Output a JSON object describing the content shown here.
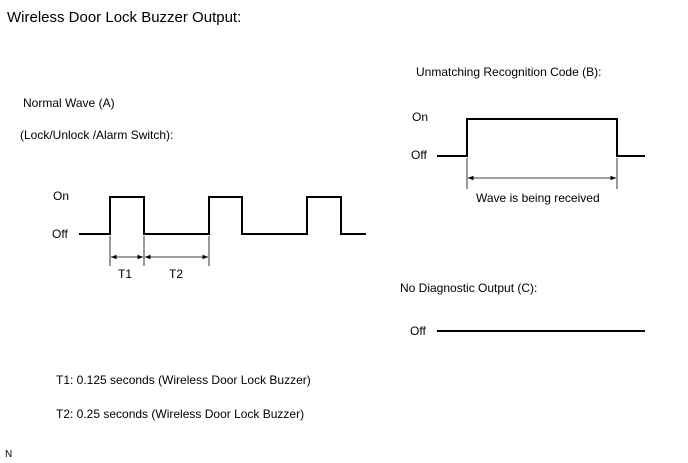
{
  "page": {
    "title": "Wireless Door Lock Buzzer Output:",
    "corner_mark": "N"
  },
  "normal_wave": {
    "heading": "Normal Wave (A)",
    "subheading": "(Lock/Unlock /Alarm Switch):",
    "on_label": "On",
    "off_label": "Off",
    "t1_label": "T1",
    "t2_label": "T2"
  },
  "unmatching_wave": {
    "heading": "Unmatching Recognition Code (B):",
    "on_label": "On",
    "off_label": "Off",
    "annotation": "Wave is being received"
  },
  "no_output": {
    "heading": "No Diagnostic Output (C):",
    "off_label": "Off"
  },
  "notes": {
    "t1": "T1: 0.125 seconds (Wireless Door Lock Buzzer)",
    "t2": "T2: 0.25 seconds (Wireless Door Lock Buzzer)"
  }
}
